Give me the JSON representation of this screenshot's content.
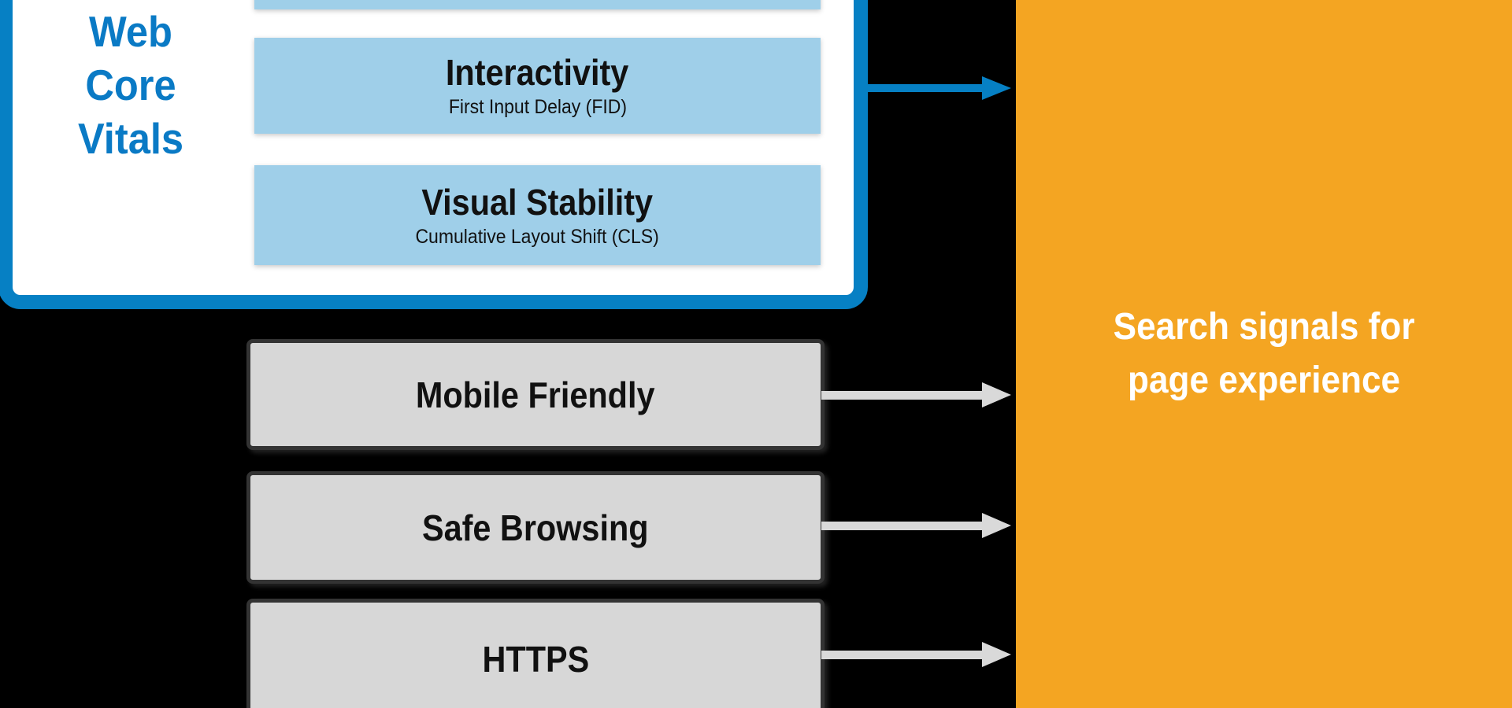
{
  "diagram": {
    "web_core_vitals": {
      "heading_lines": [
        "Web",
        "Core",
        "Vitals"
      ],
      "metrics": [
        {
          "title": "Interactivity",
          "subtitle": "First Input Delay (FID)"
        },
        {
          "title": "Visual Stability",
          "subtitle": "Cumulative Layout Shift (CLS)"
        }
      ],
      "top_box_partially_cut_off": true
    },
    "other_signals": [
      "Mobile Friendly",
      "Safe Browsing",
      "HTTPS"
    ],
    "result_panel_lines": [
      "Search signals for",
      "page experience"
    ],
    "colors": {
      "background": "#000000",
      "vitals_blue": "#0680c4",
      "vitals_heading_text": "#0a7ac5",
      "vitals_box_fill": "#9fcfe9",
      "card_fill": "#ffffff",
      "signal_box_fill": "#d7d7d7",
      "signal_box_border": "#333333",
      "signal_arrow": "#d9d9d9",
      "result_panel_fill": "#f4a522",
      "result_panel_text": "#ffffff",
      "box_text": "#111111"
    }
  }
}
